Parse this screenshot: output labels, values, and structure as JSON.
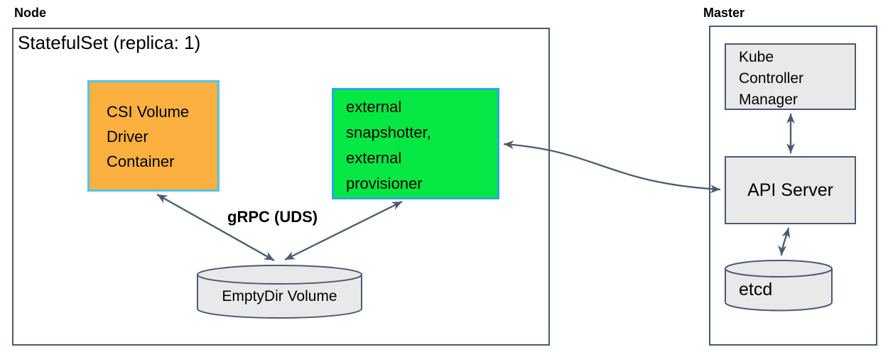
{
  "node": {
    "label": "Node",
    "statefulset_title": "StatefulSet (replica: 1)",
    "csi_box": {
      "line1": "CSI Volume",
      "line2": "Driver",
      "line3": "Container"
    },
    "sidecar_box": {
      "line1": "external",
      "line2": "snapshotter,",
      "line3": "external",
      "line4": "provisioner"
    },
    "grpc_label": "gRPC (UDS)",
    "emptydir_label": "EmptyDir Volume"
  },
  "master": {
    "label": "Master",
    "kcm_box": {
      "line1": "Kube",
      "line2": "Controller",
      "line3": "Manager"
    },
    "api_server_label": "API Server",
    "etcd_label": "etcd"
  },
  "edges": [
    {
      "from": "CSI Volume Driver Container",
      "to": "EmptyDir Volume",
      "label": "gRPC (UDS)",
      "direction": "bidirectional"
    },
    {
      "from": "external snapshotter, external provisioner",
      "to": "EmptyDir Volume",
      "label": "gRPC (UDS)",
      "direction": "bidirectional"
    },
    {
      "from": "external snapshotter, external provisioner",
      "to": "API Server",
      "label": "",
      "direction": "bidirectional"
    },
    {
      "from": "Kube Controller Manager",
      "to": "API Server",
      "label": "",
      "direction": "bidirectional"
    },
    {
      "from": "API Server",
      "to": "etcd",
      "label": "",
      "direction": "bidirectional"
    }
  ],
  "colors": {
    "csi_box_fill": "#fbb040",
    "csi_box_border": "#4fc6ee",
    "sidecar_box_fill": "#05e742",
    "sidecar_box_border": "#2aa9e0",
    "gray_box_fill": "#e9e9e9",
    "outline_and_arrows": "#4a5b70",
    "text": "#000000",
    "background": "#ffffff"
  }
}
